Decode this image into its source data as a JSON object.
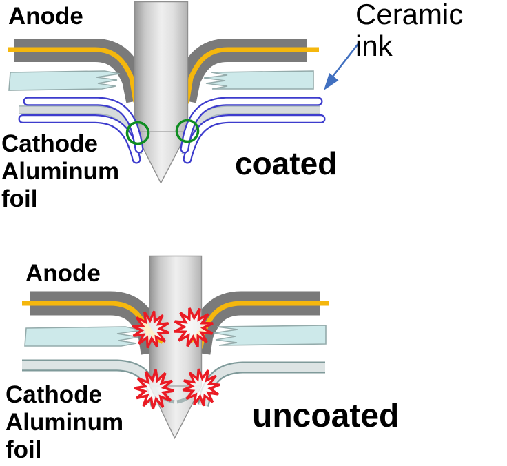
{
  "top_panel": {
    "anode_label": "Anode",
    "cathode_label": "Cathode\nAluminum\nfoil",
    "coating_state_label": "coated",
    "ceramic_ink_label": "Ceramic ink"
  },
  "bottom_panel": {
    "anode_label": "Anode",
    "cathode_label": "Cathode\nAluminum\nfoil",
    "coating_state_label": "uncoated"
  },
  "colors": {
    "anode_gray": "#7a7a7a",
    "current_collector_yellow": "#f5b70d",
    "separator_cyan": "#cde9ea",
    "ceramic_ink_blue": "#3d3ccd",
    "aluminum_foil_gray": "#d6dbdb",
    "contact_highlight_green": "#0f8d22",
    "short_circuit_red": "#ea1b24",
    "annotation_arrow_blue": "#4170c0"
  }
}
